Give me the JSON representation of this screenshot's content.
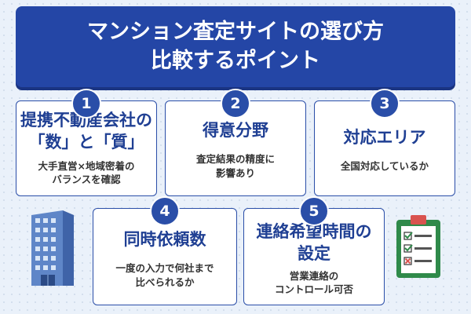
{
  "header": {
    "title_line1": "マンション査定サイトの選び方",
    "title_line2": "比較するポイント"
  },
  "points": [
    {
      "number": "1",
      "title_line1": "提携不動産会社の",
      "title_line2": "「数」と「質」",
      "desc_line1": "大手直営×地域密着の",
      "desc_line2": "バランスを確認"
    },
    {
      "number": "2",
      "title_line1": "得意分野",
      "title_line2": "",
      "desc_line1": "査定結果の精度に",
      "desc_line2": "影響あり"
    },
    {
      "number": "3",
      "title_line1": "対応エリア",
      "title_line2": "",
      "desc_line1": "全国対応しているか",
      "desc_line2": ""
    },
    {
      "number": "4",
      "title_line1": "同時依頼数",
      "title_line2": "",
      "desc_line1": "一度の入力で何社まで",
      "desc_line2": "比べられるか"
    },
    {
      "number": "5",
      "title_line1": "連絡希望時間の",
      "title_line2": "設定",
      "desc_line1": "営業連絡の",
      "desc_line2": "コントロール可否"
    }
  ],
  "icons": {
    "left": "building-icon",
    "right": "checklist-clipboard-icon"
  },
  "colors": {
    "banner": "#2446a6",
    "accent": "#2a4ea8",
    "background": "#eaf1fa"
  }
}
